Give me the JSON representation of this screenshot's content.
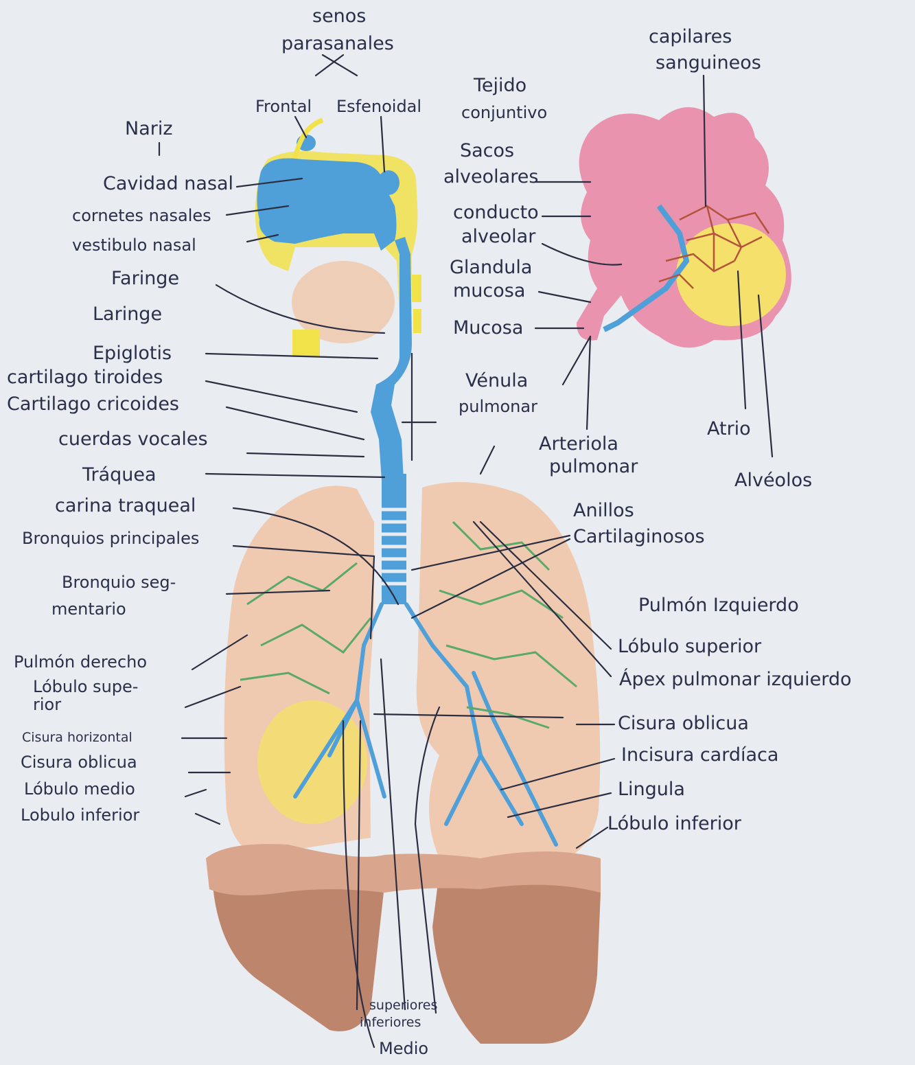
{
  "labels": {
    "senos_paranasales": [
      "senos",
      "parasanales"
    ],
    "frontal": "Frontal",
    "esfenoidal": "Esfenoidal",
    "tejido_conjuntivo": [
      "Tejido",
      "conjuntivo"
    ],
    "capilares_sanguineos": [
      "capilares",
      "sanguineos"
    ],
    "nariz": "Nariz",
    "cavidad_nasal": "Cavidad nasal",
    "cornetes_nasales": "cornetes nasales",
    "vestibulo_nasal": "vestibulo nasal",
    "faringe": "Faringe",
    "laringe": "Laringe",
    "epiglotis": "Epiglotis",
    "cartilago_tiroides": "cartilago tiroides",
    "cartilago_cricoides": "Cartilago cricoides",
    "cuerdas_vocales": "cuerdas vocales",
    "traquea": "Tráquea",
    "carina_traqueal": "carina traqueal",
    "bronquios_principales": "Bronquios principales",
    "bronquio_segmentario": [
      "Bronquio seg-",
      "mentario"
    ],
    "pulmon_derecho": "Pulmón derecho",
    "lobulo_superior_der": [
      "Lóbulo supe-",
      "rior"
    ],
    "cisura_horizontal": "Cisura horizontal",
    "cisura_oblicua_der": "Cisura oblicua",
    "lobulo_medio": "Lóbulo medio",
    "lobulo_inferior_der": "Lobulo inferior",
    "sacos_alveolares": [
      "Sacos",
      "alveolares"
    ],
    "conducto_alveolar": [
      "conducto",
      "alveolar"
    ],
    "glandula_mucosa": [
      "Glandula",
      "mucosa"
    ],
    "mucosa": "Mucosa",
    "venula_pulmonar": [
      "Vénula",
      "pulmonar"
    ],
    "arteriola_pulmonar": [
      "Arteriola",
      "pulmonar"
    ],
    "atrio": "Atrio",
    "alveolos": "Alvéolos",
    "anillos_cartilaginosos": [
      "Anillos",
      "Cartilaginosos"
    ],
    "pulmon_izquierdo": "Pulmón Izquierdo",
    "lobulo_superior_izq": "Lóbulo superior",
    "apex_pulmonar_izquierdo": "Ápex pulmonar izquierdo",
    "cisura_oblicua_izq": "Cisura oblicua",
    "incisura_cardiaca": "Incisura cardíaca",
    "lingula": "Lingula",
    "lobulo_inferior_izq": "Lóbulo inferior",
    "superiores": "superiores",
    "inferiores": "inferiores",
    "medio": "Medio"
  },
  "colors": {
    "paper": "#e9ecf0",
    "ink": "#2a2f4a",
    "airway_blue": "#4f9fd8",
    "sinus_yellow": "#f1e24a",
    "bronchi_green": "#5aa86a",
    "lung_peach": "#f0c7aa",
    "diaphragm_brown": "#b97a5e",
    "alveoli_pink": "#e98aa6",
    "atrium_yellow": "#f4e06a",
    "capillary_red": "#b4533a"
  }
}
